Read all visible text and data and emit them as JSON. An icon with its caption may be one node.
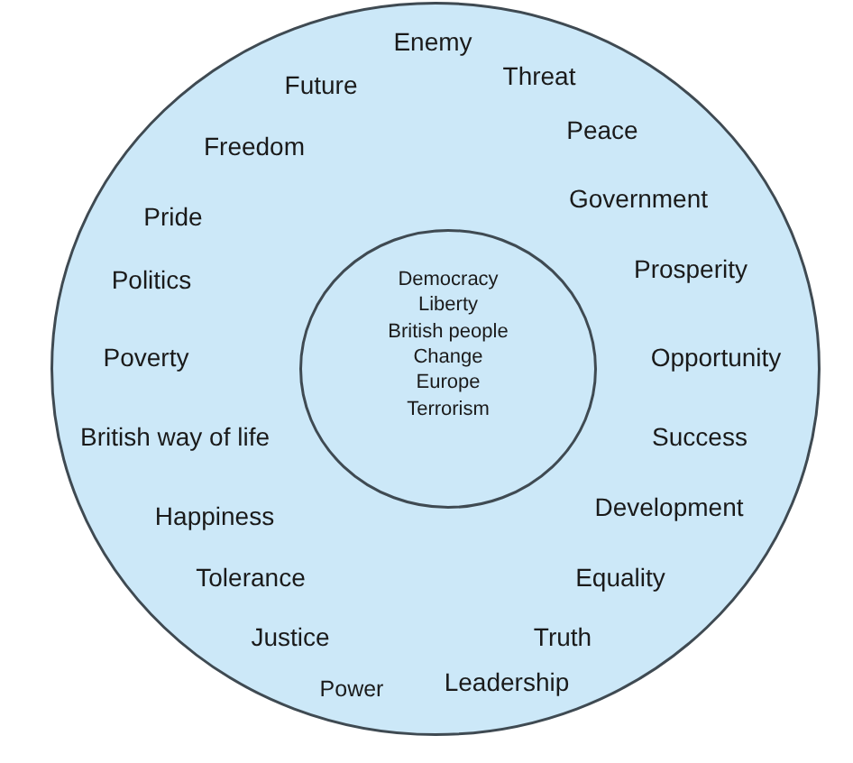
{
  "diagram": {
    "nodes": [
      {
        "text": [
          "Enemy",
          "Future",
          "Threat",
          "Freedom",
          "Peace",
          "Pride",
          "Government",
          "Politics",
          "Prosperity",
          "Poverty",
          "Opportunity",
          "British way of life",
          "Success",
          "Happiness",
          "Development",
          "Tolerance",
          "Equality",
          "Justice",
          "Truth",
          "Power",
          "Leadership"
        ]
      },
      {
        "text": [
          "Democracy",
          "Liberty",
          "British people",
          "Change",
          "Europe",
          "Terrorism"
        ],
        "in": 0
      }
    ]
  }
}
